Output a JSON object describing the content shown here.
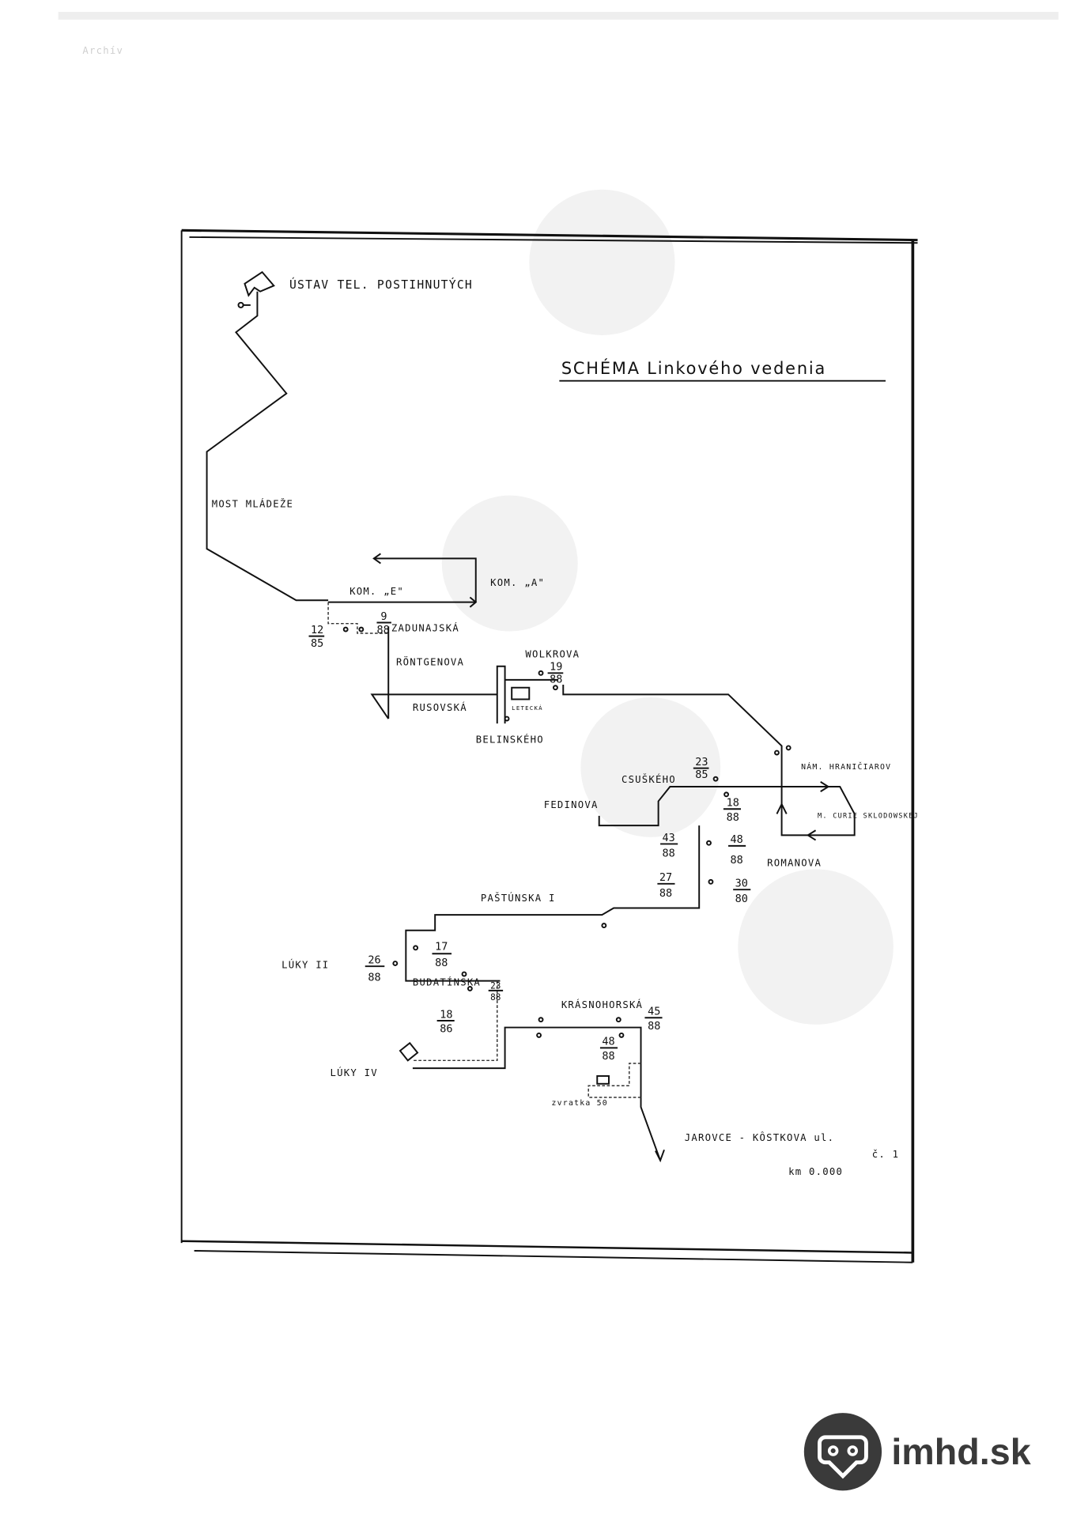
{
  "document": {
    "title": "SCHÉMA Linkového vedenia",
    "top_note": "Archív",
    "origin": "ÚSTAV TEL. POSTIHNUTÝCH",
    "destination": "JAROVCE - KÔSTKOVA ul.",
    "destination_no": "č. 1",
    "km_marker": "km 0.000"
  },
  "stops": [
    {
      "name": "MOST MLÁDEŽE"
    },
    {
      "name": "KOM. „E\""
    },
    {
      "name": "KOM. „A\""
    },
    {
      "name": "ZADUNAJSKÁ",
      "code": [
        "9",
        "88"
      ]
    },
    {
      "name": "",
      "code": [
        "12",
        "85"
      ]
    },
    {
      "name": "RÖNTGENOVA"
    },
    {
      "name": "RUSOVSKÁ"
    },
    {
      "name": "BELINSKÉHO"
    },
    {
      "name": "WOLKROVA",
      "code": [
        "19",
        "88"
      ]
    },
    {
      "name": "LETECKÁ"
    },
    {
      "name": "NÁM. HRANIČIAROV"
    },
    {
      "name": "CSUŠKÉHO",
      "code": [
        "23",
        "85"
      ]
    },
    {
      "name": "",
      "code": [
        "18",
        "88"
      ]
    },
    {
      "name": "M. CURIE SKLODOWSKEJ"
    },
    {
      "name": "FEDINOVA"
    },
    {
      "name": "ROMANOVA"
    },
    {
      "name": "",
      "code": [
        "43",
        "88"
      ]
    },
    {
      "name": "",
      "code": [
        "48",
        "88"
      ]
    },
    {
      "name": "",
      "code": [
        "27",
        "88"
      ]
    },
    {
      "name": "",
      "code": [
        "30",
        "80"
      ]
    },
    {
      "name": "PAŠTÚNSKA I"
    },
    {
      "name": "LÚKY II",
      "code": [
        "26",
        "88"
      ]
    },
    {
      "name": "",
      "code": [
        "17",
        "88"
      ]
    },
    {
      "name": "BUDATÍNSKA",
      "code": [
        "23",
        "88"
      ]
    },
    {
      "name": "",
      "code": [
        "18",
        "86"
      ]
    },
    {
      "name": "LÚKY IV"
    },
    {
      "name": "KRÁSNOHORSKÁ",
      "code": [
        "45",
        "88"
      ]
    },
    {
      "name": "",
      "code": [
        "48",
        "88"
      ]
    },
    {
      "name": "zvratka 50"
    }
  ],
  "logo": {
    "text": "imhd.sk"
  }
}
